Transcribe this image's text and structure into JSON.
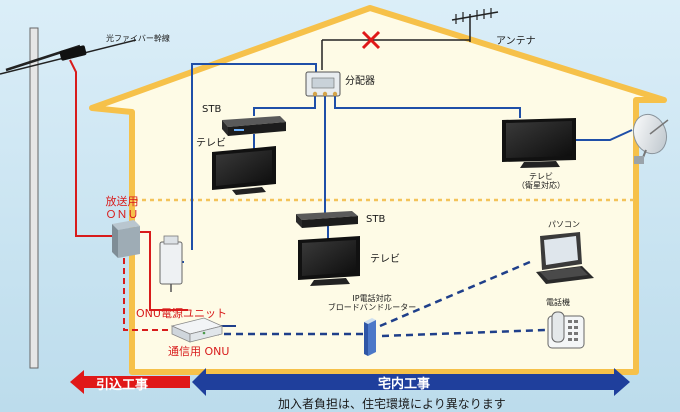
{
  "labels": {
    "fiber_trunk": "光ファイバー幹線",
    "antenna": "アンテナ",
    "splitter": "分配器",
    "stb_upper": "STB",
    "tv_upper": "テレビ",
    "tv_satellite_line1": "テレビ",
    "tv_satellite_line2": "（衛星対応）",
    "broadcast_onu_line1": "放送用",
    "broadcast_onu_line2": "ＯＮＵ",
    "stb_lower": "STB",
    "tv_lower": "テレビ",
    "pc": "パソコン",
    "phone": "電話機",
    "router_line1": "IP電話対応",
    "router_line2": "ブロードバンドルーター",
    "onu_power_unit": "ONU電源ユニット",
    "comm_onu": "通信用 ONU"
  },
  "banners": {
    "lead_in": "引込工事",
    "indoor": "宅内工事",
    "note": "加入者負担は、住宅環境により異なります"
  },
  "colors": {
    "sky": "#cfe6f3",
    "house_fill": "#fefbe6",
    "house_outline": "#f6c14a",
    "coax": "#1f4fa8",
    "fiber": "#d81b1b",
    "lan": "#1f3f8a",
    "banner_red": "#e01818",
    "banner_blue": "#1f3f9c"
  }
}
